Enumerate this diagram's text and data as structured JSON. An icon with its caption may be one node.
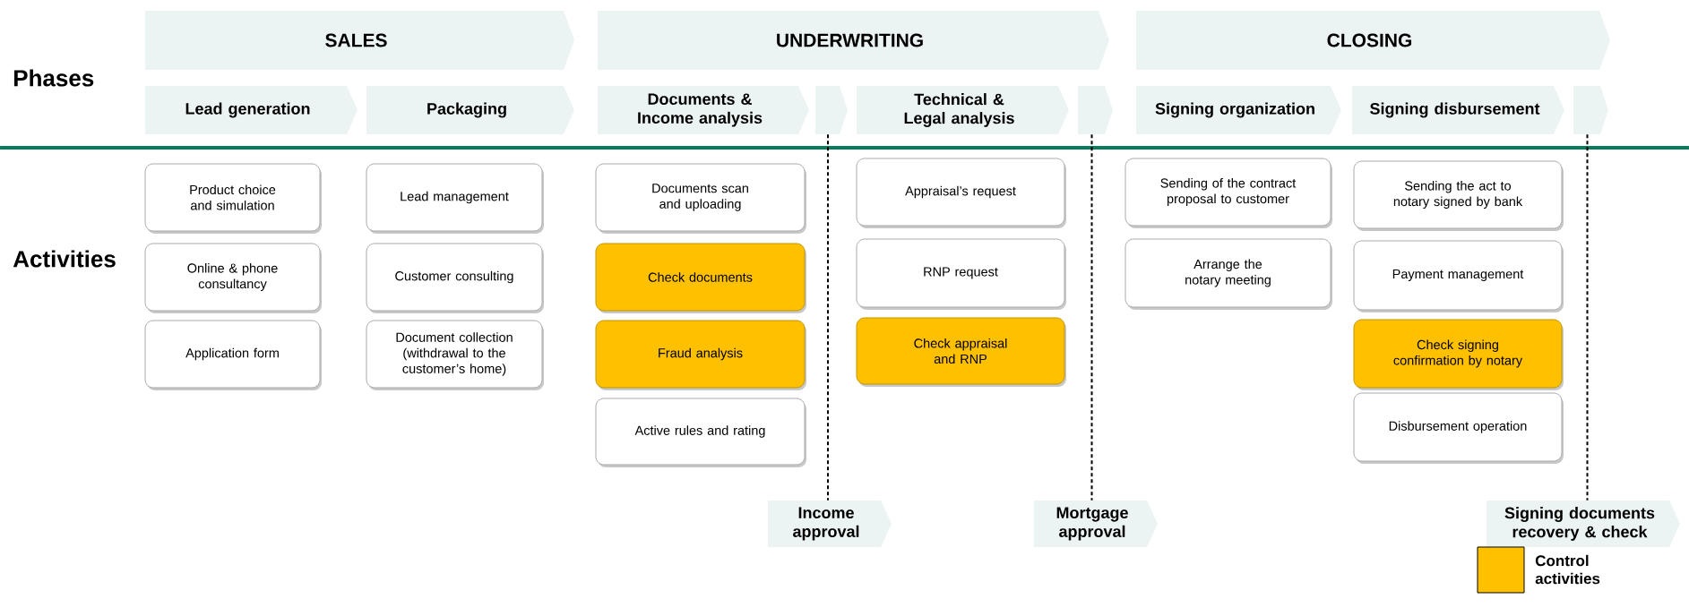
{
  "diagram": {
    "nodes": [
      {
        "text": [
          "SALES"
        ]
      },
      {
        "text": [
          "UNDERWRITING"
        ]
      },
      {
        "text": [
          "CLOSING"
        ]
      },
      {
        "text": [
          "Lead generation"
        ]
      },
      {
        "text": [
          "Packaging"
        ]
      },
      {
        "text": [
          "Documents & Income analysis"
        ]
      },
      {
        "text": [],
        "shape": "band"
      },
      {
        "text": [
          "Technical & Legal analysis"
        ]
      },
      {
        "text": [],
        "shape": "band"
      },
      {
        "text": [
          "Signing organization"
        ]
      },
      {
        "text": [
          "Signing disbursement"
        ]
      },
      {
        "text": [],
        "shape": "band"
      },
      {
        "text": [
          "Product choice and simulation"
        ]
      },
      {
        "text": [
          "Online & phone consultancy"
        ]
      },
      {
        "text": [
          "Application form"
        ]
      },
      {
        "text": [
          "Lead management"
        ]
      },
      {
        "text": [
          "Customer consulting"
        ]
      },
      {
        "text": [
          "Document collection (withdrawal to the customer’s home)"
        ]
      },
      {
        "text": [
          "Documents scan and uploading"
        ]
      },
      {
        "text": [
          "Check documents"
        ]
      },
      {
        "text": [
          "Fraud analysis"
        ]
      },
      {
        "text": [
          "Active rules and rating"
        ]
      },
      {
        "text": [
          "Appraisal’s request"
        ]
      },
      {
        "text": [
          "RNP request"
        ]
      },
      {
        "text": [
          "Check appraisal and RNP"
        ]
      },
      {
        "text": [
          "Sending of the contract proposal to customer"
        ]
      },
      {
        "text": [
          "Arrange the notary meeting"
        ]
      },
      {
        "text": [
          "Sending the act to notary signed by bank"
        ]
      },
      {
        "text": [
          "Payment management"
        ]
      },
      {
        "text": [
          "Check signing confirmation by notary"
        ]
      },
      {
        "text": [
          "Disbursement operation"
        ]
      },
      {
        "text": [
          "Income approval"
        ]
      },
      {
        "text": [
          "Mortgage approval"
        ]
      },
      {
        "text": [
          "Signing documents recovery & check"
        ]
      }
    ],
    "edges": [
      {
        "from": 6,
        "to": 31,
        "arrow": "none",
        "style": "dashed"
      },
      {
        "from": 8,
        "to": 32,
        "arrow": "none",
        "style": "dashed"
      },
      {
        "from": 11,
        "to": 33,
        "arrow": "none",
        "style": "dashed"
      }
    ],
    "labels": [
      "Phases",
      "Activities"
    ],
    "legend": [
      {
        "text": "Control activities",
        "color": "#ffc000"
      }
    ]
  }
}
